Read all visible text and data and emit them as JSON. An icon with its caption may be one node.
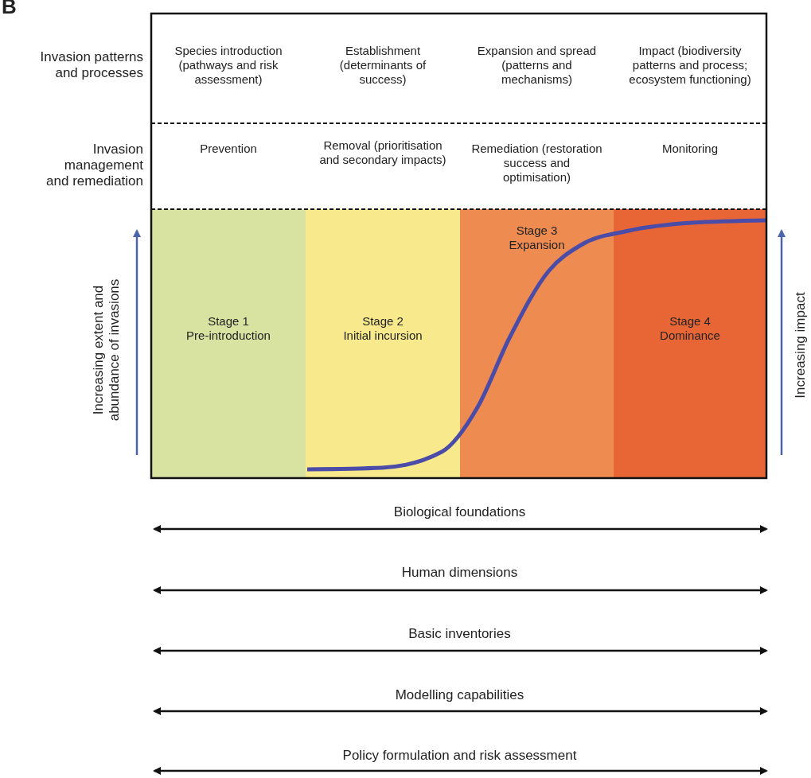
{
  "diagram": {
    "nodes": [
      {
        "text": [
          "Stage 1",
          "Pre-introduction"
        ]
      },
      {
        "text": [
          "Stage 2",
          "Initial incursion"
        ]
      },
      {
        "text": [
          "Stage 3",
          "Expansion"
        ]
      },
      {
        "text": [
          "Stage 4",
          "Dominance"
        ]
      }
    ],
    "labels": [
      "B",
      "Invasion patterns and processes",
      "Species introduction (pathways and risk assessment)",
      "Establishment (determinants of success)",
      "Expansion and spread (patterns and mechanisms)",
      "Impact (biodiversity patterns and process; ecosystem functioning)",
      "Invasion management and remediation",
      "Prevention",
      "Removal (prioritisation and secondary impacts)",
      "Remediation (restoration success and optimisation)",
      "Monitoring",
      "Increasing extent and abundance of invasions",
      "Increasing impact",
      "Biological foundations",
      "Human dimensions",
      "Basic inventories",
      "Modelling capabilities",
      "Policy formulation and risk assessment"
    ]
  }
}
